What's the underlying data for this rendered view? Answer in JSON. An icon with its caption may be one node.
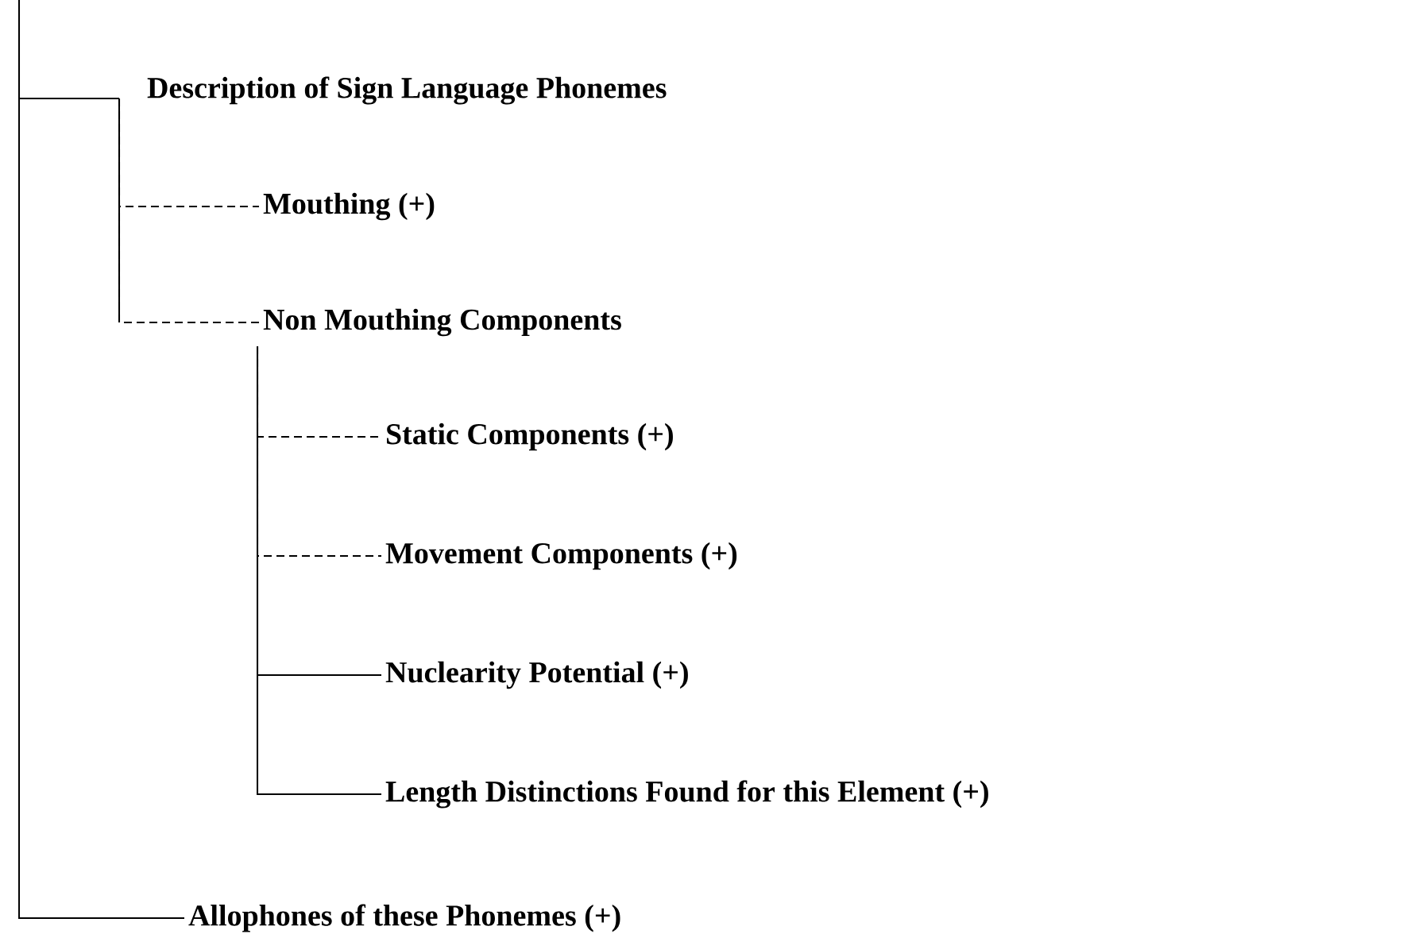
{
  "diagram": {
    "nodes": [
      {
        "text": [
          "Description of Sign Language Phonemes"
        ]
      },
      {
        "text": [
          "Mouthing (+)"
        ]
      },
      {
        "text": [
          "Non Mouthing Components"
        ]
      },
      {
        "text": [
          "Static Components (+)"
        ]
      },
      {
        "text": [
          "Movement Components (+)"
        ]
      },
      {
        "text": [
          "Nuclearity Potential (+)"
        ]
      },
      {
        "text": [
          "Length Distinctions Found for this Element (+)"
        ]
      },
      {
        "text": [
          "Allophones of these Phonemes (+)"
        ]
      }
    ],
    "edges": [
      {
        "from": null,
        "to": 0,
        "arrow": "none"
      },
      {
        "from": null,
        "to": 7,
        "arrow": "none"
      },
      {
        "from": 0,
        "to": 1,
        "arrow": "none",
        "style": "dashed"
      },
      {
        "from": 0,
        "to": 2,
        "arrow": "none",
        "style": "dashed"
      },
      {
        "from": 2,
        "to": 3,
        "arrow": "none",
        "style": "dashed"
      },
      {
        "from": 2,
        "to": 4,
        "arrow": "none",
        "style": "dashed"
      },
      {
        "from": 2,
        "to": 5,
        "arrow": "none"
      },
      {
        "from": 2,
        "to": 6,
        "arrow": "none"
      }
    ]
  }
}
